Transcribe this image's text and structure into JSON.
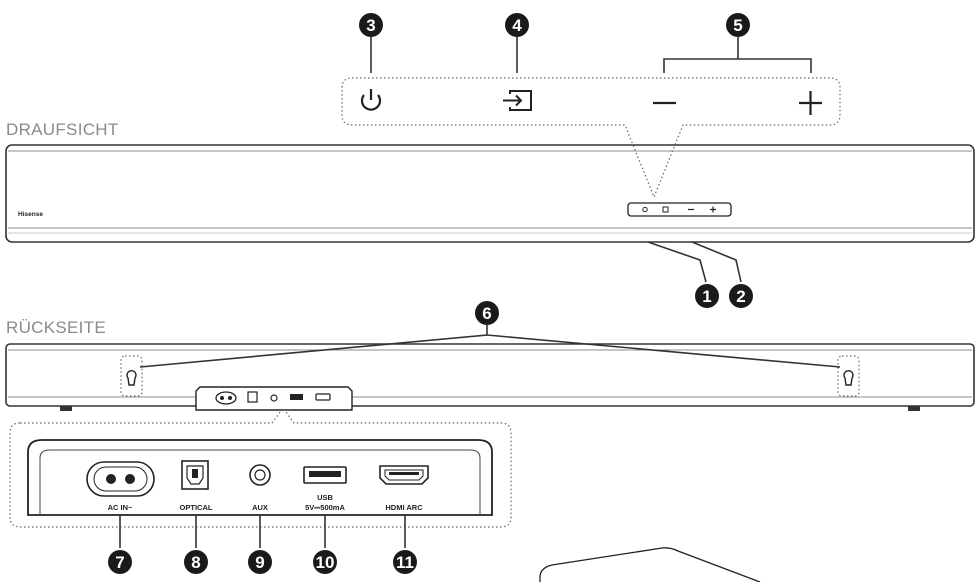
{
  "sections": {
    "top_view": "DRAUFSICHT",
    "rear_view": "RÜCKSEITE"
  },
  "brand": "Hisense",
  "callouts": [
    "1",
    "2",
    "3",
    "4",
    "5",
    "6",
    "7",
    "8",
    "9",
    "10",
    "11"
  ],
  "ports": {
    "ac_in": "AC IN~",
    "optical": "OPTICAL",
    "aux": "AUX",
    "usb_line1": "USB",
    "usb_line2": "5V⎓500mA",
    "hdmi": "HDMI ARC"
  },
  "colors": {
    "badge": "#1a1a1a",
    "line": "#333333",
    "label": "#8a8a8a"
  }
}
